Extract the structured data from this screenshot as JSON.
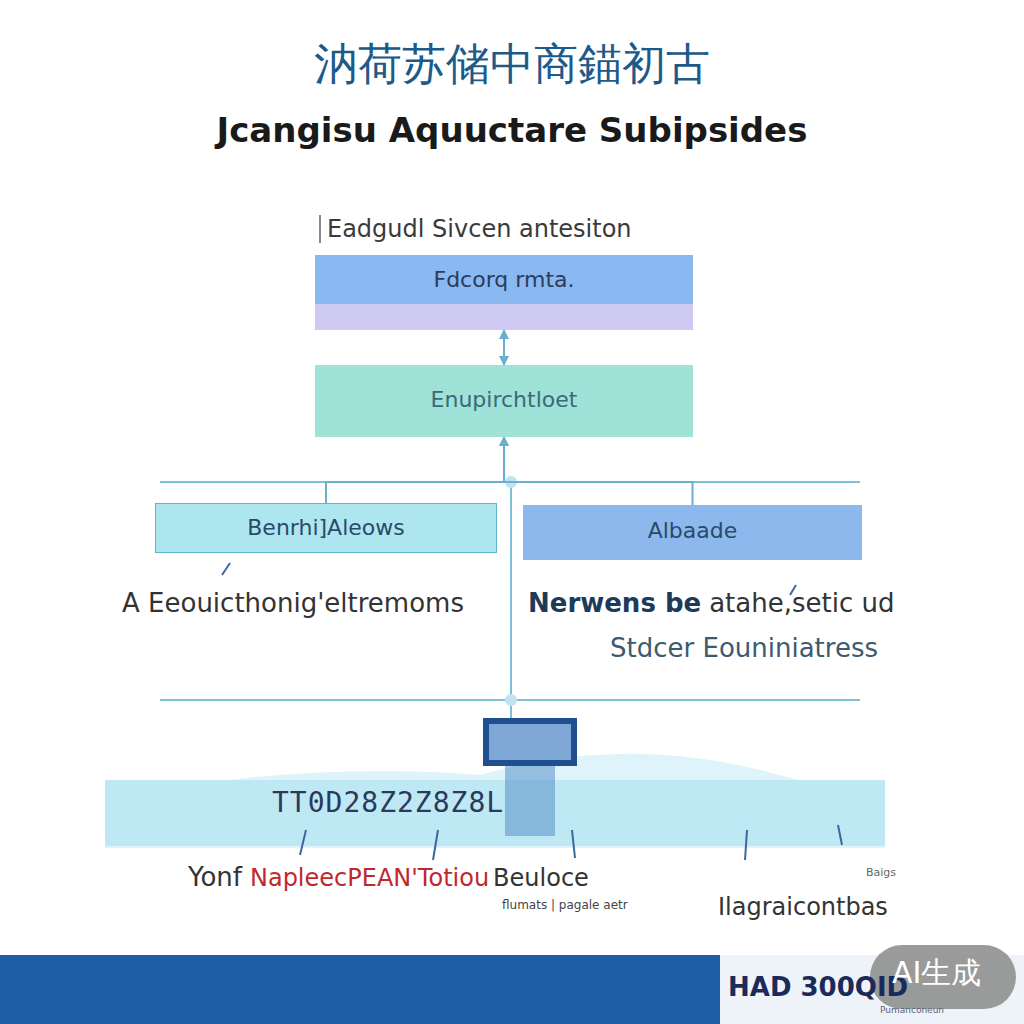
{
  "diagram": {
    "title": "汭荷苏储中商錨初古",
    "nodes": [
      {
        "text": [
          "Eadgudl Sivcen antesiton",
          "Fdcorq rmta."
        ]
      },
      {
        "text": [
          "Enupirchtloet"
        ]
      },
      {
        "text": [
          "Benrhi]Aleows"
        ]
      },
      {
        "text": [
          "Albaade"
        ]
      }
    ],
    "edges": [
      {
        "from": 0,
        "to": 1,
        "arrow": "both"
      },
      {
        "from": 2,
        "to": 1,
        "arrow": "to"
      },
      {
        "from": 3,
        "to": 1,
        "arrow": "to"
      }
    ],
    "labels": [
      "Jcangisu Aquuctare Subipsides",
      "A Eeouicthonig'eltremoms",
      "Nerwens be",
      "atahe,setic ud",
      "Stdcer Eouniniatress",
      "TT0D28Z2Z8Z8L",
      "Yonf",
      "NapleecPEAN'Totiou",
      "Beuloce",
      "flumats | pagale aetr",
      "Ilagraicontbas",
      "Baigs",
      "HAD 300QID",
      "Pumanconeun",
      "AI生成"
    ]
  }
}
